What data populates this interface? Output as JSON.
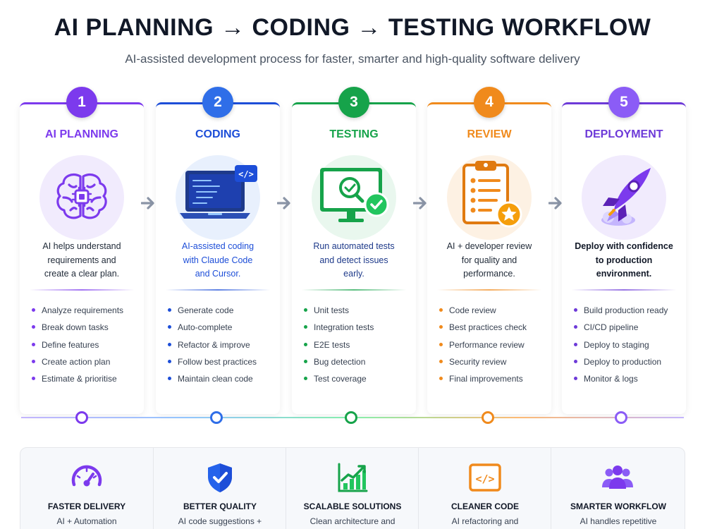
{
  "title": "AI PLANNING → CODING → TESTING WORKFLOW",
  "subtitle": "AI-assisted development process for faster, smarter and high-quality software delivery",
  "stages": [
    {
      "number": "1",
      "title": "AI PLANNING",
      "color": "#7c3aed",
      "icon": "brain-chip-icon",
      "desc": [
        "AI helps understand",
        "requirements and",
        "create a clear plan."
      ],
      "items": [
        "Analyze requirements",
        "Break down tasks",
        "Define features",
        "Create action plan",
        "Estimate & prioritise"
      ]
    },
    {
      "number": "2",
      "title": "CODING",
      "color": "#1d4ed8",
      "icon": "laptop-code-icon",
      "icon_label": "</>",
      "desc": [
        "AI-assisted coding",
        "with Claude Code",
        "and Cursor."
      ],
      "items": [
        "Generate code",
        "Auto-complete",
        "Refactor & improve",
        "Follow best practices",
        "Maintain clean code"
      ]
    },
    {
      "number": "3",
      "title": "TESTING",
      "color": "#16a34a",
      "icon": "monitor-search-check-icon",
      "desc": [
        "Run automated tests",
        "and detect issues",
        "early."
      ],
      "items": [
        "Unit tests",
        "Integration tests",
        "E2E tests",
        "Bug detection",
        "Test coverage"
      ]
    },
    {
      "number": "4",
      "title": "REVIEW",
      "color": "#f08a1c",
      "icon": "clipboard-star-icon",
      "desc": [
        "AI + developer review",
        "for quality and",
        "performance."
      ],
      "items": [
        "Code review",
        "Best practices check",
        "Performance review",
        "Security review",
        "Final improvements"
      ]
    },
    {
      "number": "5",
      "title": "DEPLOYMENT",
      "color": "#6d3ad8",
      "icon": "rocket-icon",
      "desc": [
        "Deploy with confidence",
        "to production",
        "environment."
      ],
      "items": [
        "Build production ready",
        "CI/CD pipeline",
        "Deploy to staging",
        "Deploy to production",
        "Monitor & logs"
      ]
    }
  ],
  "benefits": [
    {
      "title": "FASTER DELIVERY",
      "text": "AI + Automation",
      "icon": "speedometer-icon",
      "color": "#7c3aed"
    },
    {
      "title": "BETTER QUALITY",
      "text": "AI code suggestions +",
      "icon": "shield-check-icon",
      "color": "#1d4ed8"
    },
    {
      "title": "SCALABLE SOLUTIONS",
      "text": "Clean architecture and",
      "icon": "growth-chart-icon",
      "color": "#16a34a"
    },
    {
      "title": "CLEANER CODE",
      "text": "AI refactoring and",
      "icon": "code-brackets-icon",
      "icon_label": "</>",
      "color": "#f08a1c"
    },
    {
      "title": "SMARTER WORKFLOW",
      "text": "AI handles repetitive",
      "icon": "team-icon",
      "color": "#7c3aed"
    }
  ]
}
